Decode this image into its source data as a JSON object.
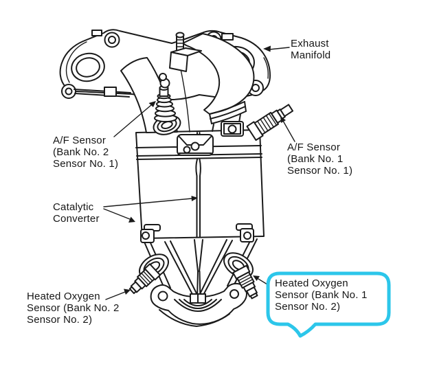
{
  "canvas": {
    "background": "#ffffff",
    "line_color": "#1a1a1a"
  },
  "callout": {
    "highlight_color": "#2cc6ea"
  },
  "labels": {
    "exhaust_manifold": {
      "lines": [
        "Exhaust",
        "Manifold"
      ]
    },
    "af_sensor_bank2": {
      "lines": [
        "A/F Sensor",
        "(Bank No. 2",
        "Sensor No. 1)"
      ]
    },
    "af_sensor_bank1": {
      "lines": [
        "A/F Sensor",
        "(Bank No. 1",
        "Sensor No. 1)"
      ]
    },
    "catalytic_converter": {
      "lines": [
        "Catalytic",
        "Converter"
      ]
    },
    "heated_o2_bank2": {
      "lines": [
        "Heated Oxygen",
        "Sensor (Bank No. 2",
        "Sensor No. 2)"
      ]
    },
    "heated_o2_bank1": {
      "lines": [
        "Heated Oxygen",
        "Sensor (Bank No. 1",
        "Sensor No. 2)"
      ]
    }
  }
}
